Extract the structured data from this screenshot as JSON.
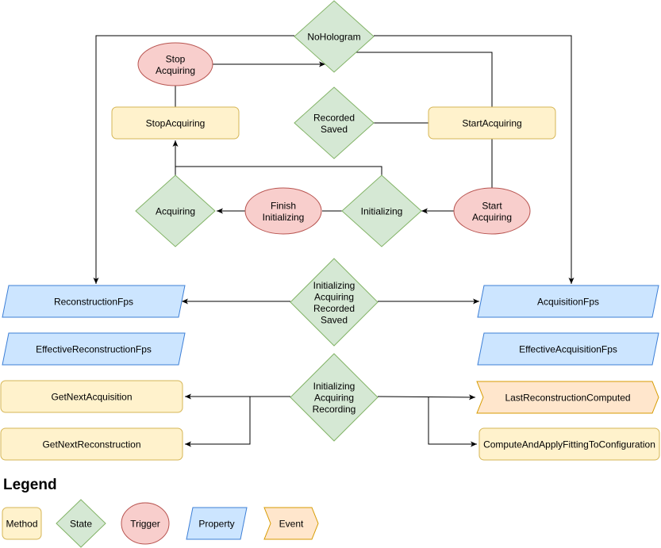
{
  "colors": {
    "method_fill": "#fff2cc",
    "method_stroke": "#d6b656",
    "state_fill": "#d5e8d4",
    "state_stroke": "#82b366",
    "trigger_fill": "#f8cecc",
    "trigger_stroke": "#b85450",
    "property_fill": "#cce5ff",
    "property_stroke": "#36393d",
    "property_stroke_blue": "#3d7fd6",
    "event_fill": "#ffe6cc",
    "event_stroke": "#d79b00",
    "line": "#000000"
  },
  "nodes": {
    "no_hologram": {
      "label": [
        "NoHologram"
      ]
    },
    "stop_acquiring_trigger": {
      "label": [
        "Stop",
        "Acquiring"
      ]
    },
    "stop_acquiring_method": {
      "label": [
        "StopAcquiring"
      ]
    },
    "recorded_saved": {
      "label": [
        "Recorded",
        "Saved"
      ]
    },
    "start_acquiring_method": {
      "label": [
        "StartAcquiring"
      ]
    },
    "acquiring_state": {
      "label": [
        "Acquiring"
      ]
    },
    "finish_initializing_trigger": {
      "label": [
        "Finish",
        "Initializing"
      ]
    },
    "initializing_state": {
      "label": [
        "Initializing"
      ]
    },
    "start_acquiring_trigger": {
      "label": [
        "Start",
        "Acquiring"
      ]
    },
    "reconstruction_fps": {
      "label": [
        "ReconstructionFps"
      ]
    },
    "init_acq_rec_saved": {
      "label": [
        "Initializing",
        "Acquiring",
        "Recorded",
        "Saved"
      ]
    },
    "acquisition_fps": {
      "label": [
        "AcquisitionFps"
      ]
    },
    "effective_reconstruction_fps": {
      "label": [
        "EffectiveReconstructionFps"
      ]
    },
    "effective_acquisition_fps": {
      "label": [
        "EffectiveAcquisitionFps"
      ]
    },
    "get_next_acquisition": {
      "label": [
        "GetNextAcquisition"
      ]
    },
    "init_acq_recording": {
      "label": [
        "Initializing",
        "Acquiring",
        "Recording"
      ]
    },
    "last_reconstruction_computed": {
      "label": [
        "LastReconstructionComputed"
      ]
    },
    "get_next_reconstruction": {
      "label": [
        "GetNextReconstruction"
      ]
    },
    "compute_apply_fitting": {
      "label": [
        "ComputeAndApplyFittingToConfiguration"
      ]
    }
  },
  "legend": {
    "title": "Legend",
    "method": "Method",
    "state": "State",
    "trigger": "Trigger",
    "property": "Property",
    "event": "Event"
  }
}
